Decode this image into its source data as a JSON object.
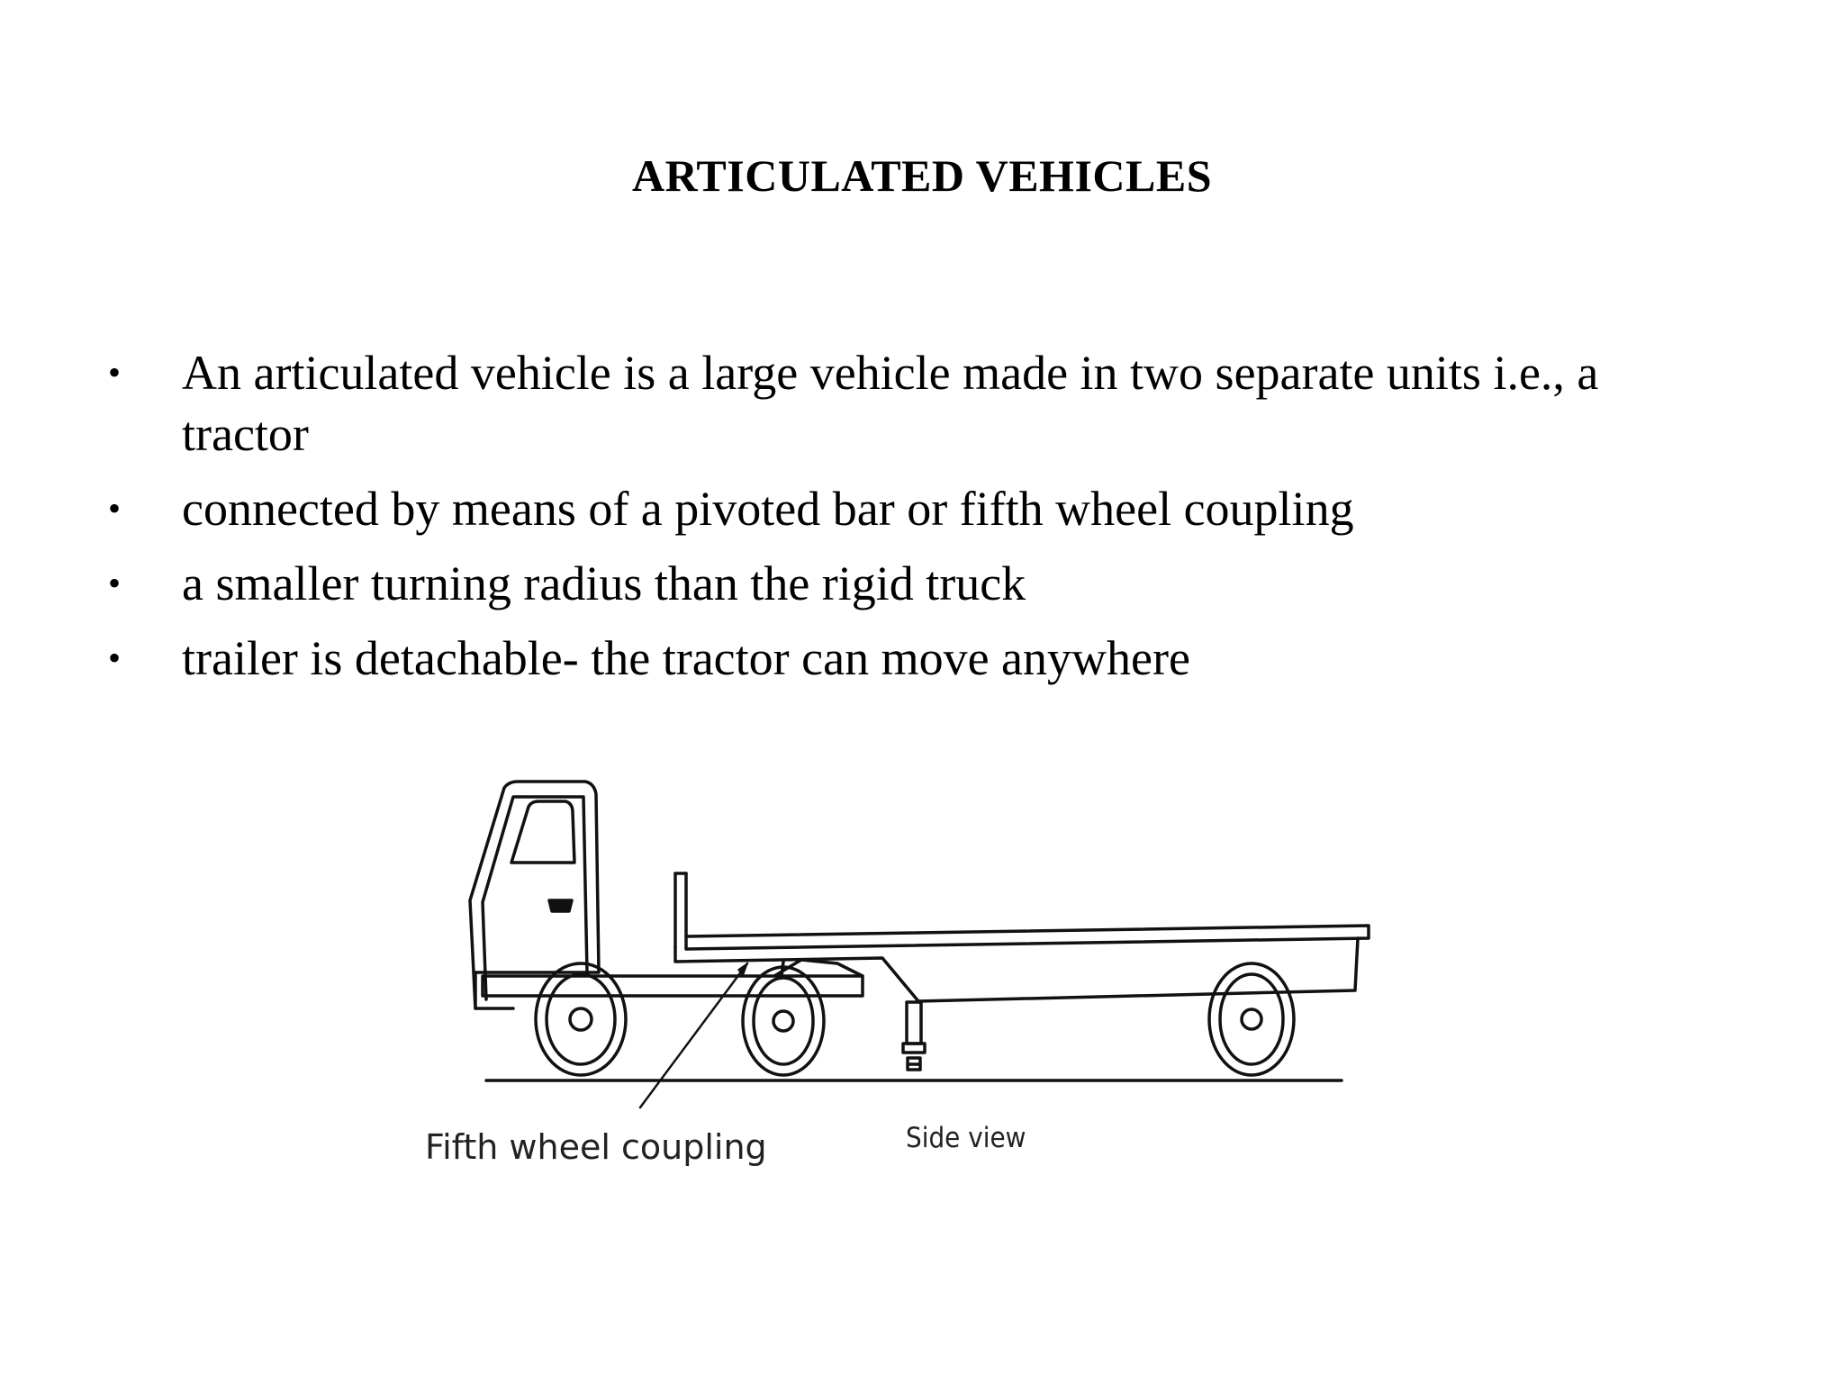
{
  "title": "ARTICULATED VEHICLES",
  "bullet_glyph": "•",
  "bullets": [
    "An articulated vehicle is a large vehicle made in two separate units i.e., a tractor",
    "connected by means of a pivoted bar or fifth wheel coupling",
    "a smaller turning radius than the rigid truck",
    "trailer is detachable- the tractor can move anywhere"
  ],
  "figure": {
    "caption_coupling": "Fifth wheel coupling",
    "caption_side": "Side view"
  },
  "colors": {
    "text": "#000000",
    "line": "#111111",
    "background": "#ffffff"
  }
}
